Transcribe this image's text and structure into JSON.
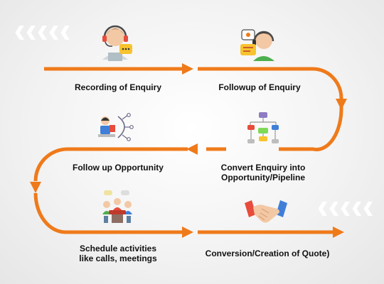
{
  "steps": [
    {
      "label": "Recording of Enquiry"
    },
    {
      "label": "Followup of Enquiry"
    },
    {
      "label": "Convert Enquiry into",
      "label2": "Opportunity/Pipeline"
    },
    {
      "label": "Follow up Opportunity"
    },
    {
      "label": "Schedule activities",
      "label2": "like calls, meetings"
    },
    {
      "label": "Conversion/Creation of Quote)"
    }
  ],
  "colors": {
    "flow": "#ef7a1a",
    "chevron": "#ffffff",
    "skin": "#f3c8a4",
    "headset": "#4a4a4a",
    "bubble": "#f7c32e"
  },
  "icons": [
    "customer-service-agent-icon",
    "agent-with-chat-bubble-icon",
    "flowchart-pipeline-icon",
    "presenter-network-icon",
    "team-meeting-icon",
    "handshake-icon"
  ]
}
